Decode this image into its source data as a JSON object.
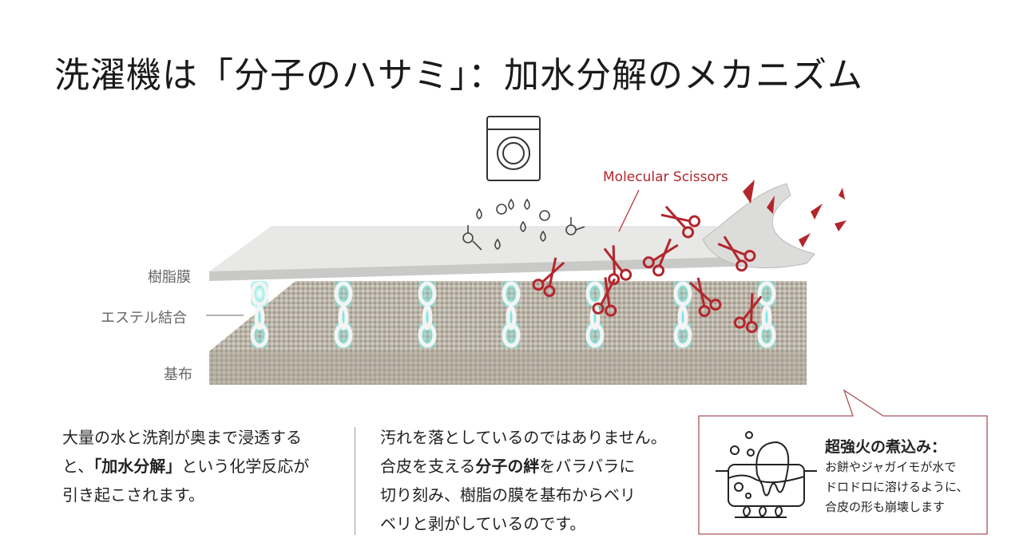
{
  "title": "洗濯機は「分子のハサミ」：加水分解のメカニズム",
  "diagram": {
    "labels": {
      "resin_film": "樹脂膜",
      "ester_bond": "エステル結合",
      "base_fabric": "基布",
      "scissors": "Molecular Scissors"
    },
    "colors": {
      "accent": "#b3262d",
      "glow": "#7fe8e0",
      "film": "#e6e6e4",
      "fabric": "#b9b2a6"
    }
  },
  "left_text": {
    "line1": "大量の水と洗剤が奥まで浸透する",
    "line2_pre": "と、",
    "line2_bold": "「加水分解」",
    "line2_post": "という化学反応が",
    "line3": "引き起こされます。"
  },
  "middle_text": {
    "line1": "汚れを落としているのではありません。",
    "line2_pre": "合皮を支える",
    "line2_bold": "分子の絆",
    "line2_post": "をバラバラに",
    "line3": "切り刻み、樹脂の膜を基布からベリ",
    "line4": "ベリと剥がしているのです。"
  },
  "callout": {
    "title": "超強火の煮込み：",
    "line1": "お餅やジャガイモが水で",
    "line2": "ドロドロに溶けるように、",
    "line3": "合皮の形も崩壊します"
  }
}
